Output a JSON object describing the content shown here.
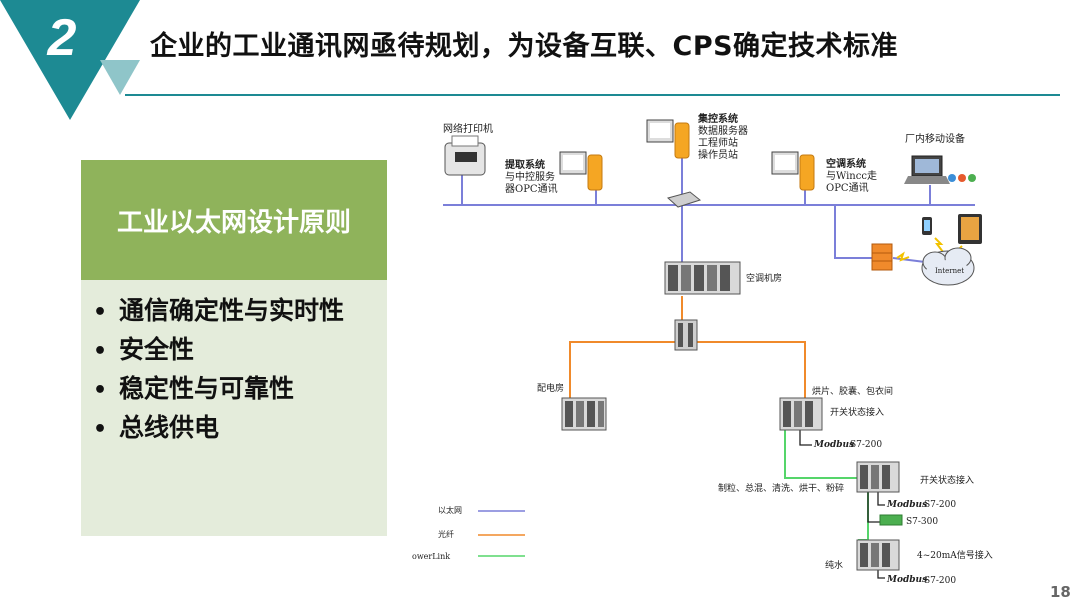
{
  "badge": {
    "number": "2"
  },
  "title": "企业的工业通讯网亟待规划，为设备互联、CPS确定技术标准",
  "panel": {
    "heading": "工业以太网设计原则",
    "bullets": [
      "通信确定性与实时性",
      "安全性",
      "稳定性与可靠性",
      "总线供电"
    ]
  },
  "diagram": {
    "printer": "网络打印机",
    "extract": [
      "提取系统",
      "与中控服务",
      "器OPC通讯"
    ],
    "central": [
      "集控系统",
      "数据服务器",
      "工程师站",
      "操作员站"
    ],
    "aircon": [
      "空调系统",
      "与Wincc走",
      "OPC通讯"
    ],
    "mobile": "厂内移动设备",
    "internet": "Internet",
    "aircon_room": "空调机房",
    "power_room": "配电房",
    "workshop": "烘片、胶囊、包衣间",
    "switch_input_1": "开关状态接入",
    "s7_200_1": "S7-200",
    "modbus_1": "Modbus",
    "prep": "制粒、总混、清洗、烘干、粉碎",
    "switch_input_2": "开关状态接入",
    "s7_200_2": "S7-200",
    "modbus_2": "Modbus",
    "s7_300": "S7-300",
    "pure_water": "纯水",
    "signal_input": "4~20mA信号接入",
    "s7_200_3": "S7-200",
    "modbus_3": "Modbus",
    "legend": [
      {
        "label": "以太网",
        "color": "#7b7fd9"
      },
      {
        "label": "光纤",
        "color": "#f08a2b"
      },
      {
        "label": "owerLink",
        "color": "#55d56a"
      }
    ]
  },
  "page_number": "18",
  "colors": {
    "teal": "#1d8a93",
    "light_teal": "#8fc5c9",
    "green_head": "#8fb35b",
    "green_body": "#e4ecdb"
  }
}
